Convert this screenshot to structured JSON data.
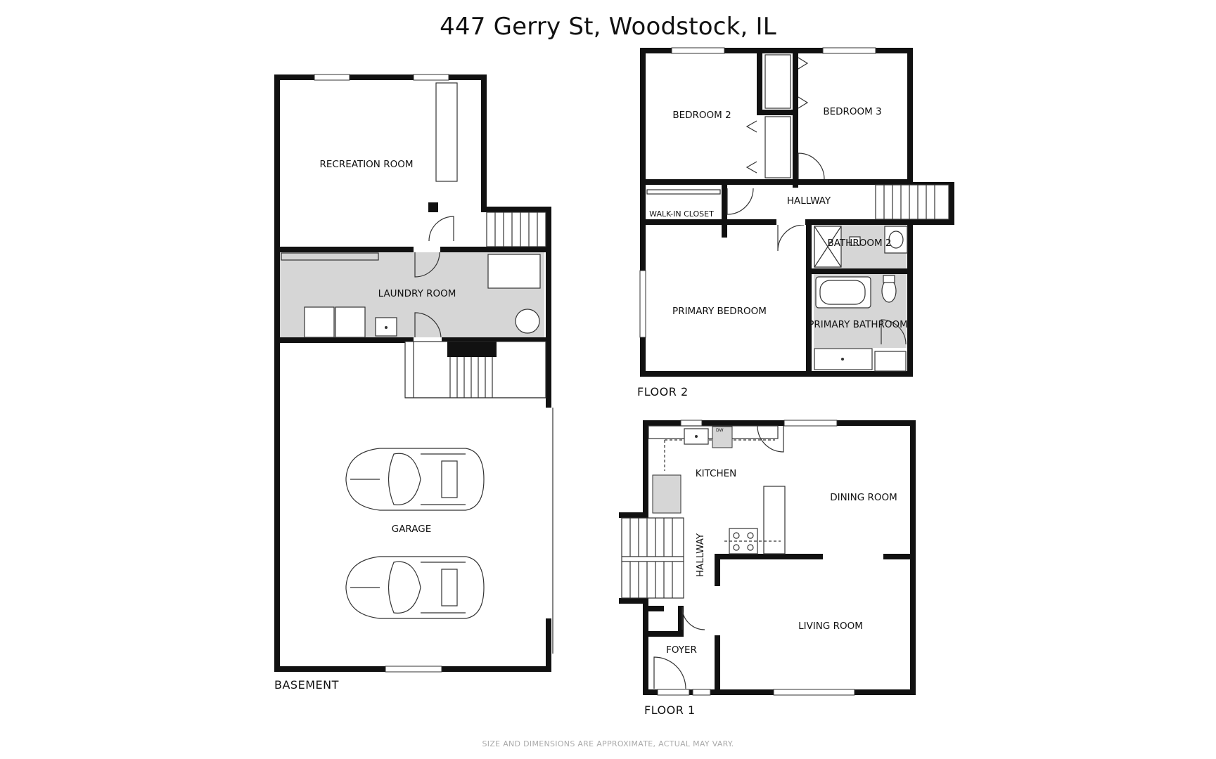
{
  "title": "447 Gerry St, Woodstock, IL",
  "footnote": "SIZE AND DIMENSIONS ARE APPROXIMATE, ACTUAL MAY VARY.",
  "floors": {
    "basement": {
      "label": "BASEMENT",
      "rooms": {
        "recreation": "RECREATION ROOM",
        "laundry": "LAUNDRY ROOM",
        "garage": "GARAGE"
      }
    },
    "floor2": {
      "label": "FLOOR 2",
      "rooms": {
        "bedroom2": "BEDROOM 2",
        "bedroom3": "BEDROOM 3",
        "hallway": "HALLWAY",
        "walkin": "WALK-IN CLOSET",
        "bathroom2": "BATHROOM 2",
        "primary_bedroom": "PRIMARY BEDROOM",
        "primary_bathroom": "PRIMARY BATHROOM"
      }
    },
    "floor1": {
      "label": "FLOOR 1",
      "rooms": {
        "kitchen": "KITCHEN",
        "dining": "DINING ROOM",
        "hallway": "HALLWAY",
        "living": "LIVING ROOM",
        "foyer": "FOYER"
      },
      "dw": "DW"
    }
  },
  "colors": {
    "wall": "#111111",
    "utility_fill": "#d6d6d6"
  }
}
